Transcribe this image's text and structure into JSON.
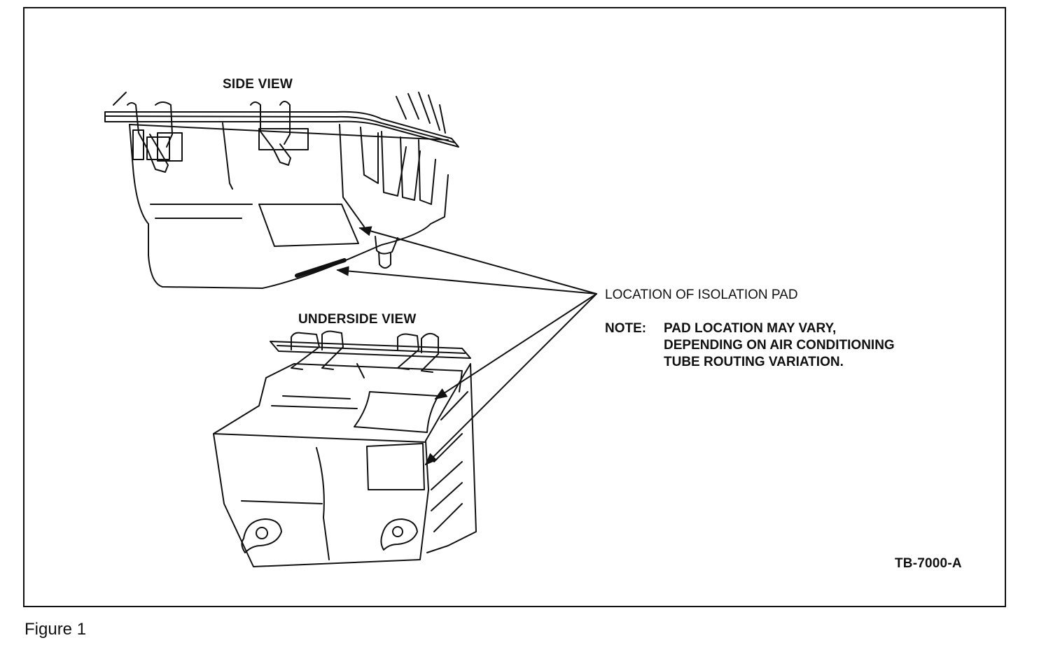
{
  "figure": {
    "side_view_label": "SIDE VIEW",
    "underside_view_label": "UNDERSIDE VIEW",
    "callout_label": "LOCATION OF ISOLATION PAD",
    "note": {
      "heading": "NOTE:",
      "lines": [
        "PAD LOCATION MAY VARY,",
        "DEPENDING ON AIR CONDITIONING",
        "TUBE ROUTING VARIATION."
      ]
    },
    "code": "TB-7000-A",
    "caption": "Figure 1"
  }
}
